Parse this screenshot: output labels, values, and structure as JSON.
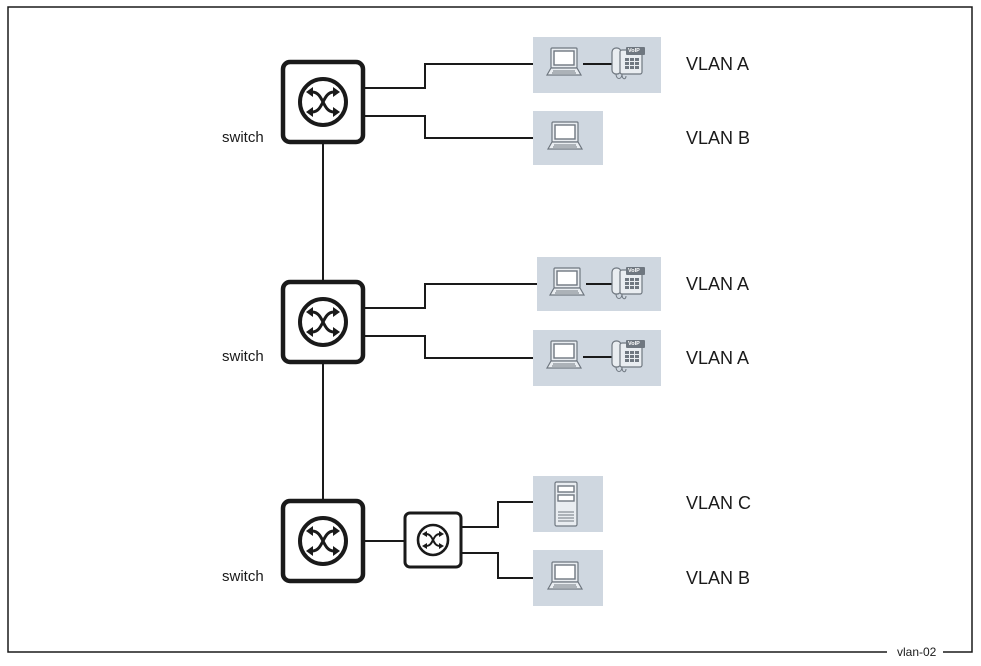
{
  "switch_label": "switch",
  "voip_badge": "VoIP",
  "rows": [
    {
      "vlan": "VLAN A",
      "devices": [
        "laptop-icon",
        "voip-phone-icon"
      ]
    },
    {
      "vlan": "VLAN B",
      "devices": [
        "laptop-icon"
      ]
    },
    {
      "vlan": "VLAN A",
      "devices": [
        "laptop-icon",
        "voip-phone-icon"
      ]
    },
    {
      "vlan": "VLAN A",
      "devices": [
        "laptop-icon",
        "voip-phone-icon"
      ]
    },
    {
      "vlan": "VLAN C",
      "devices": [
        "server-icon"
      ]
    },
    {
      "vlan": "VLAN B",
      "devices": [
        "laptop-icon"
      ]
    }
  ],
  "figure_tag": "vlan-02",
  "colors": {
    "line": "#1a1a1a",
    "device_panel": "#cfd7e0",
    "device_outline": "#6f7780"
  }
}
